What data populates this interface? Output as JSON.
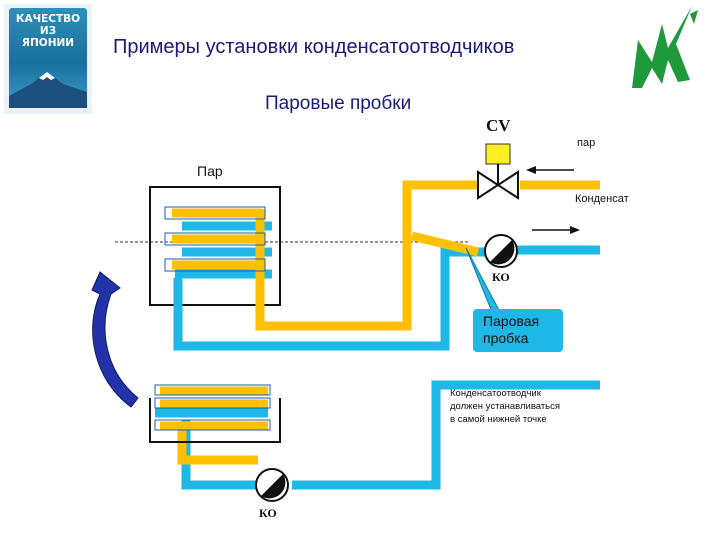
{
  "logo": {
    "line1": "КАЧЕСТВО",
    "line2": "ИЗ",
    "line3": "ЯПОНИИ"
  },
  "title": "Примеры установки конденсатоотводчиков",
  "subtitle": "Паровые пробки",
  "labels": {
    "cv": "CV",
    "steam_right": "пар",
    "steam_left": "Пар",
    "condensate": "Конденсат",
    "ko_upper": "КО",
    "ko_lower": "КО"
  },
  "callout": {
    "line1": "Паровая",
    "line2": "пробка"
  },
  "note": {
    "line1": "Конденсатоотводчик",
    "line2": "должен устанавливаться",
    "line3": "в самой нижней точке"
  },
  "colors": {
    "steam": "#ffc000",
    "condensate": "#1fb8e6",
    "title": "#1a1a7a",
    "arrow": "#2233aa",
    "logo_green": "#1f9a3a",
    "valve_head": "#ffee22"
  }
}
